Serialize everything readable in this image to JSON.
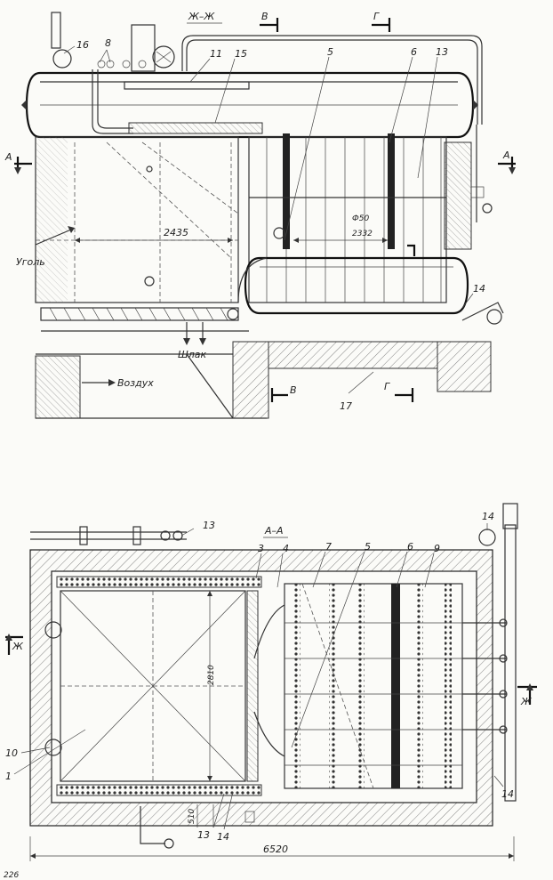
{
  "top_view": {
    "section_title": "Ж–Ж",
    "cut_v_top": "В",
    "cut_g_top": "Г",
    "cut_v_bottom": "В",
    "cut_g_bottom": "Г",
    "cut_a_left": "А",
    "cut_a_right": "А",
    "callouts": {
      "c16": "16",
      "c8": "8",
      "c11": "11",
      "c15": "15",
      "c5": "5",
      "c6": "6",
      "c13": "13",
      "c14": "14",
      "c17": "17"
    },
    "dim_2435": "2435",
    "dim_d50": "Ф50",
    "dim_2332": "2332",
    "label_coal": "Уголь",
    "label_slag": "Шлак",
    "label_air": "Воздух"
  },
  "plan_view": {
    "section_title": "А–А",
    "cut_zh_left": "Ж",
    "cut_zh_right": "Ж",
    "callouts": {
      "c13_top": "13",
      "c3": "3",
      "c4": "4",
      "c7": "7",
      "c5": "5",
      "c6": "6",
      "c9": "9",
      "c14_top": "14",
      "c10": "10",
      "c1": "1",
      "c13_bottom": "13",
      "c14_bottom_left": "14",
      "c14_bottom_right": "14"
    },
    "dim_2810": "2810",
    "dim_510": "510",
    "dim_6520": "6520"
  },
  "page_number": "226"
}
